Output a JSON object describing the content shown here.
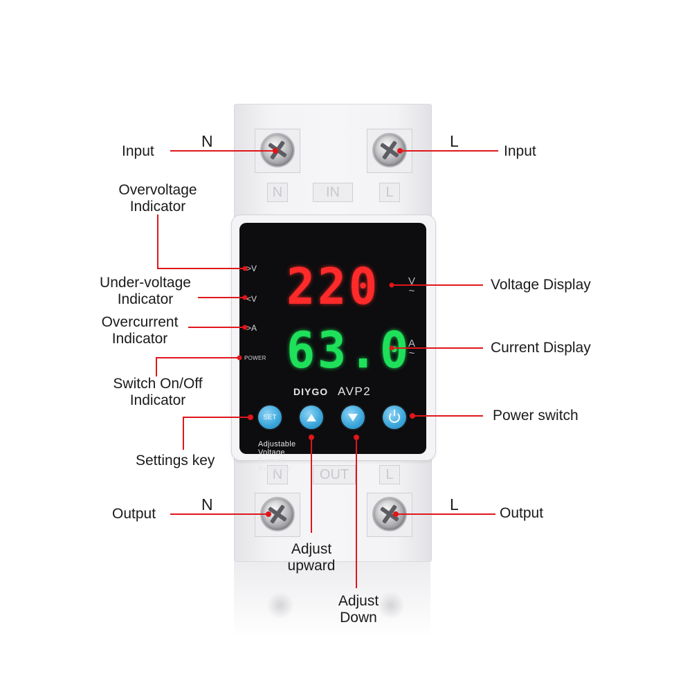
{
  "device": {
    "brand": "DIYGO",
    "model": "AVP2",
    "subtitle": "Adjustable Voltage Current Protector",
    "voltage_reading": "220",
    "current_reading": "63.0",
    "voltage_unit": "V",
    "current_unit": "A",
    "ac_symbol": "~",
    "top_terminals": {
      "left": "N",
      "center": "IN",
      "right": "L"
    },
    "bottom_terminals": {
      "left": "N",
      "center": "OUT",
      "right": "L"
    },
    "indicators": {
      "overvoltage": ">V",
      "undervoltage": "<V",
      "overcurrent": ">A",
      "power": "POWER"
    },
    "buttons": {
      "set": "SET"
    }
  },
  "callouts": {
    "input_left": "Input",
    "input_right": "Input",
    "top_n": "N",
    "top_l": "L",
    "overvoltage": [
      "Overvoltage",
      "Indicator"
    ],
    "undervoltage": [
      "Under-voltage",
      "Indicator"
    ],
    "overcurrent": [
      "Overcurrent",
      "Indicator"
    ],
    "switch_indicator": [
      "Switch On/Off",
      "Indicator"
    ],
    "settings_key": "Settings key",
    "output_left": "Output",
    "output_right": "Output",
    "bottom_n": "N",
    "bottom_l": "L",
    "adjust_up": [
      "Adjust",
      "upward"
    ],
    "adjust_down": [
      "Adjust",
      "Down"
    ],
    "voltage_display": "Voltage Display",
    "current_display": "Current Display",
    "power_switch": "Power switch"
  },
  "colors": {
    "leader": "#e0161b",
    "voltage_digits": "#ff2a2a",
    "current_digits": "#1fe05a",
    "button": "#3fa9dc",
    "panel": "#0d0d0f"
  },
  "icons": [
    "screw-terminal-icon",
    "up-arrow-icon",
    "down-arrow-icon",
    "power-icon"
  ]
}
